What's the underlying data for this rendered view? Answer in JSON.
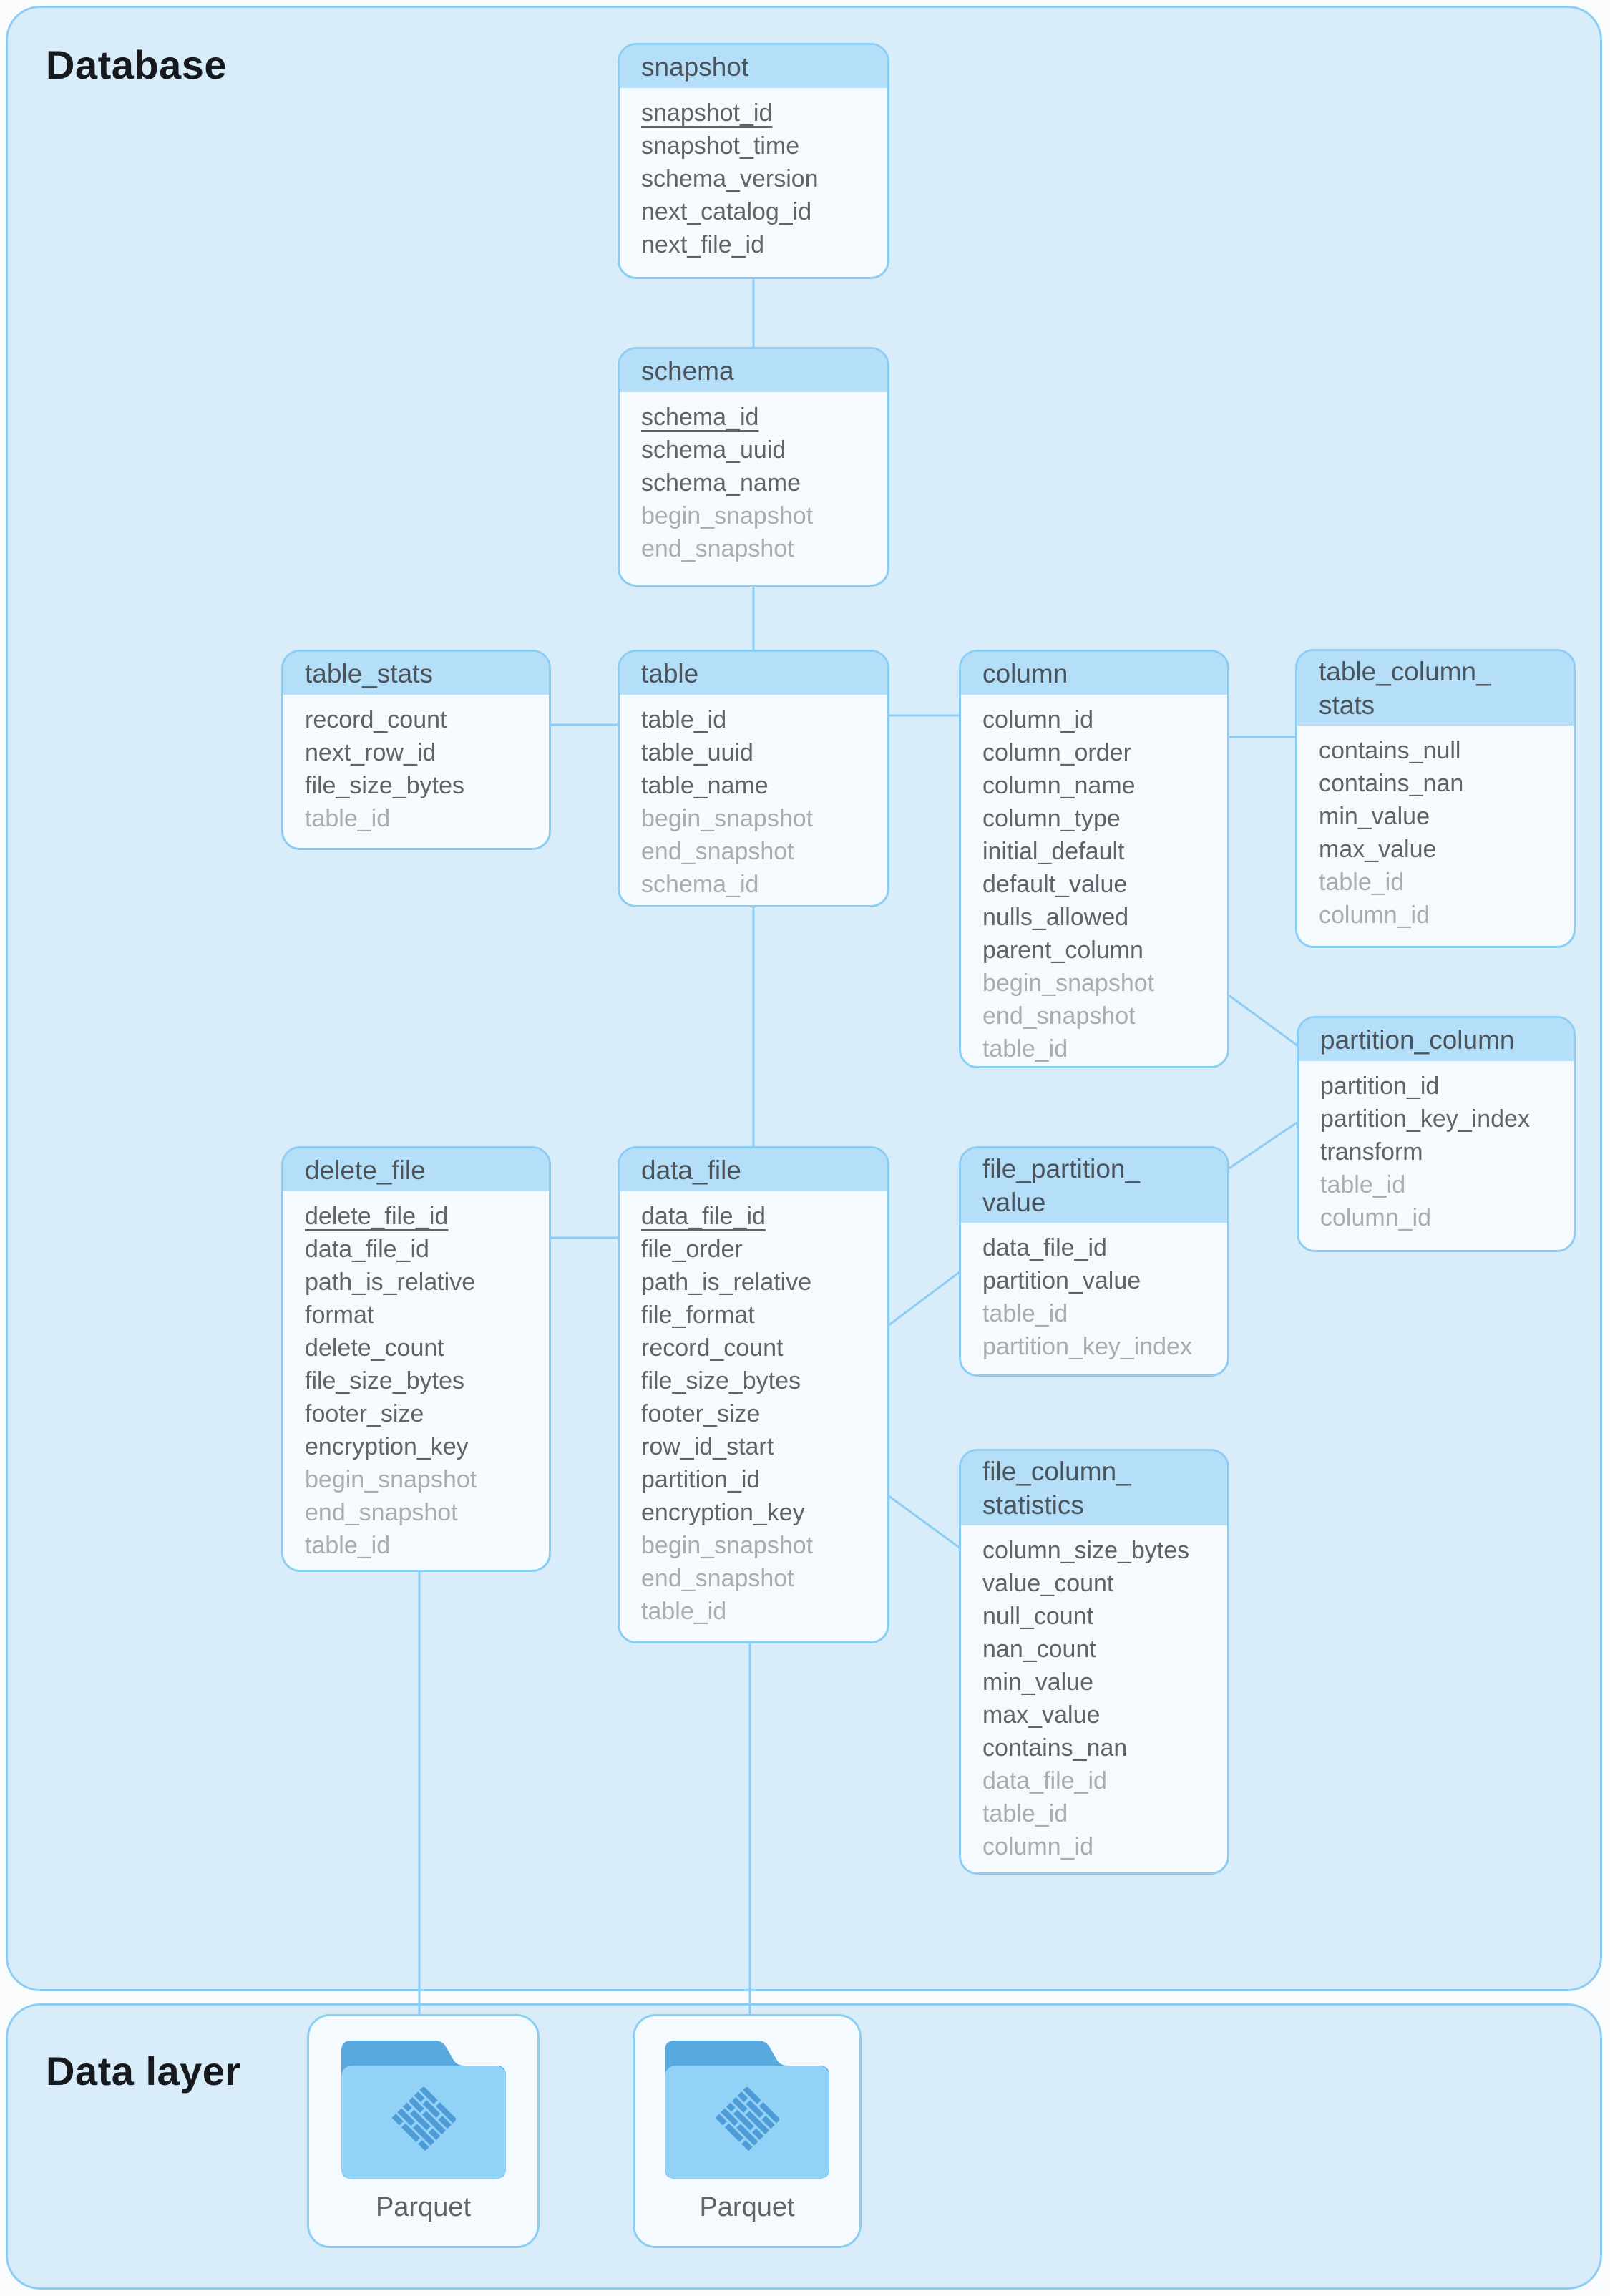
{
  "page": {
    "database_label": "Database",
    "data_layer_label": "Data layer"
  },
  "entities": [
    {
      "id": "snapshot",
      "title_lines": [
        "snapshot"
      ],
      "fields": [
        {
          "name": "snapshot_id",
          "pk": true
        },
        {
          "name": "snapshot_time"
        },
        {
          "name": "schema_version"
        },
        {
          "name": "next_catalog_id"
        },
        {
          "name": "next_file_id"
        }
      ]
    },
    {
      "id": "schema",
      "title_lines": [
        "schema"
      ],
      "fields": [
        {
          "name": "schema_id",
          "pk": true
        },
        {
          "name": "schema_uuid"
        },
        {
          "name": "schema_name"
        },
        {
          "name": "begin_snapshot",
          "muted": true
        },
        {
          "name": "end_snapshot",
          "muted": true
        }
      ]
    },
    {
      "id": "table_stats",
      "title_lines": [
        "table_stats"
      ],
      "fields": [
        {
          "name": "record_count"
        },
        {
          "name": "next_row_id"
        },
        {
          "name": "file_size_bytes"
        },
        {
          "name": "table_id",
          "muted": true
        }
      ]
    },
    {
      "id": "table",
      "title_lines": [
        "table"
      ],
      "fields": [
        {
          "name": "table_id"
        },
        {
          "name": "table_uuid"
        },
        {
          "name": "table_name"
        },
        {
          "name": "begin_snapshot",
          "muted": true
        },
        {
          "name": "end_snapshot",
          "muted": true
        },
        {
          "name": "schema_id",
          "muted": true
        }
      ]
    },
    {
      "id": "column",
      "title_lines": [
        "column"
      ],
      "fields": [
        {
          "name": "column_id"
        },
        {
          "name": "column_order"
        },
        {
          "name": "column_name"
        },
        {
          "name": "column_type"
        },
        {
          "name": "initial_default"
        },
        {
          "name": "default_value"
        },
        {
          "name": "nulls_allowed"
        },
        {
          "name": "parent_column"
        },
        {
          "name": "begin_snapshot",
          "muted": true
        },
        {
          "name": "end_snapshot",
          "muted": true
        },
        {
          "name": "table_id",
          "muted": true
        }
      ]
    },
    {
      "id": "table_column_stats",
      "title_lines": [
        "table_column_",
        "stats"
      ],
      "fields": [
        {
          "name": "contains_null"
        },
        {
          "name": "contains_nan"
        },
        {
          "name": "min_value"
        },
        {
          "name": "max_value"
        },
        {
          "name": "table_id",
          "muted": true
        },
        {
          "name": "column_id",
          "muted": true
        }
      ]
    },
    {
      "id": "partition_column",
      "title_lines": [
        "partition_column"
      ],
      "fields": [
        {
          "name": "partition_id"
        },
        {
          "name": "partition_key_index"
        },
        {
          "name": "transform"
        },
        {
          "name": "table_id",
          "muted": true
        },
        {
          "name": "column_id",
          "muted": true
        }
      ]
    },
    {
      "id": "delete_file",
      "title_lines": [
        "delete_file"
      ],
      "fields": [
        {
          "name": "delete_file_id",
          "pk": true
        },
        {
          "name": "data_file_id"
        },
        {
          "name": "path_is_relative"
        },
        {
          "name": "format"
        },
        {
          "name": "delete_count"
        },
        {
          "name": "file_size_bytes"
        },
        {
          "name": "footer_size"
        },
        {
          "name": "encryption_key"
        },
        {
          "name": "begin_snapshot",
          "muted": true
        },
        {
          "name": "end_snapshot",
          "muted": true
        },
        {
          "name": "table_id",
          "muted": true
        }
      ]
    },
    {
      "id": "data_file",
      "title_lines": [
        "data_file"
      ],
      "fields": [
        {
          "name": "data_file_id",
          "pk": true
        },
        {
          "name": "file_order"
        },
        {
          "name": "path_is_relative"
        },
        {
          "name": "file_format"
        },
        {
          "name": "record_count"
        },
        {
          "name": "file_size_bytes"
        },
        {
          "name": "footer_size"
        },
        {
          "name": "row_id_start"
        },
        {
          "name": "partition_id"
        },
        {
          "name": "encryption_key"
        },
        {
          "name": "begin_snapshot",
          "muted": true
        },
        {
          "name": "end_snapshot",
          "muted": true
        },
        {
          "name": "table_id",
          "muted": true
        }
      ]
    },
    {
      "id": "file_partition_value",
      "title_lines": [
        "file_partition_",
        "value"
      ],
      "fields": [
        {
          "name": "data_file_id"
        },
        {
          "name": "partition_value"
        },
        {
          "name": "table_id",
          "muted": true
        },
        {
          "name": "partition_key_index",
          "muted": true
        }
      ]
    },
    {
      "id": "file_column_statistics",
      "title_lines": [
        "file_column_",
        "statistics"
      ],
      "fields": [
        {
          "name": "column_size_bytes"
        },
        {
          "name": "value_count"
        },
        {
          "name": "null_count"
        },
        {
          "name": "nan_count"
        },
        {
          "name": "min_value"
        },
        {
          "name": "max_value"
        },
        {
          "name": "contains_nan"
        },
        {
          "name": "data_file_id",
          "muted": true
        },
        {
          "name": "table_id",
          "muted": true
        },
        {
          "name": "column_id",
          "muted": true
        }
      ]
    }
  ],
  "data_layer": {
    "cards": [
      {
        "label": "Parquet",
        "icon": "parquet-folder-icon"
      },
      {
        "label": "Parquet",
        "icon": "parquet-folder-icon"
      }
    ]
  },
  "colors": {
    "page_bg": "#fafbfc",
    "panel_bg": "#d9ecfa",
    "panel_border": "#8ccdf4",
    "box_header_bg": "#b5def8",
    "box_body_bg": "#f4fafe",
    "box_border": "#8ccdf4",
    "connector": "#8ccdf4",
    "field_text": "#5f646a",
    "muted_field_text": "#a9adb2",
    "title_text": "#16191d",
    "folder_tab": "#57a9de",
    "folder_body": "#92d2f7",
    "folder_logo": "#4e9cd6"
  }
}
